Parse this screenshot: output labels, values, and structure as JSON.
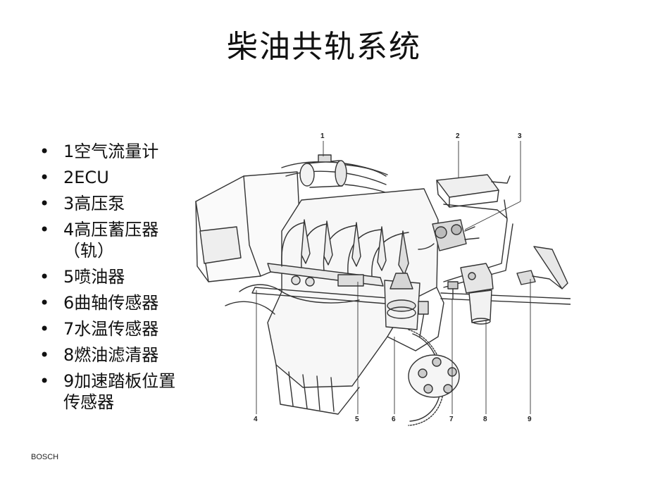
{
  "title": "柴油共轨系统",
  "components": [
    {
      "bullet": "•",
      "text": "1空气流量计"
    },
    {
      "bullet": "•",
      "text": "2ECU"
    },
    {
      "bullet": "•",
      "text": "3高压泵"
    },
    {
      "bullet": "•",
      "text": "4高压蓄压器（轨）"
    },
    {
      "bullet": "•",
      "text": "5喷油器"
    },
    {
      "bullet": "•",
      "text": "6曲轴传感器"
    },
    {
      "bullet": "•",
      "text": "7水温传感器"
    },
    {
      "bullet": "•",
      "text": "8燃油滤清器"
    },
    {
      "bullet": "•",
      "text": "9加速踏板位置传感器"
    }
  ],
  "diagram": {
    "callouts": [
      "1",
      "2",
      "3",
      "4",
      "5",
      "6",
      "7",
      "8",
      "9"
    ]
  },
  "footer": "BOSCH"
}
